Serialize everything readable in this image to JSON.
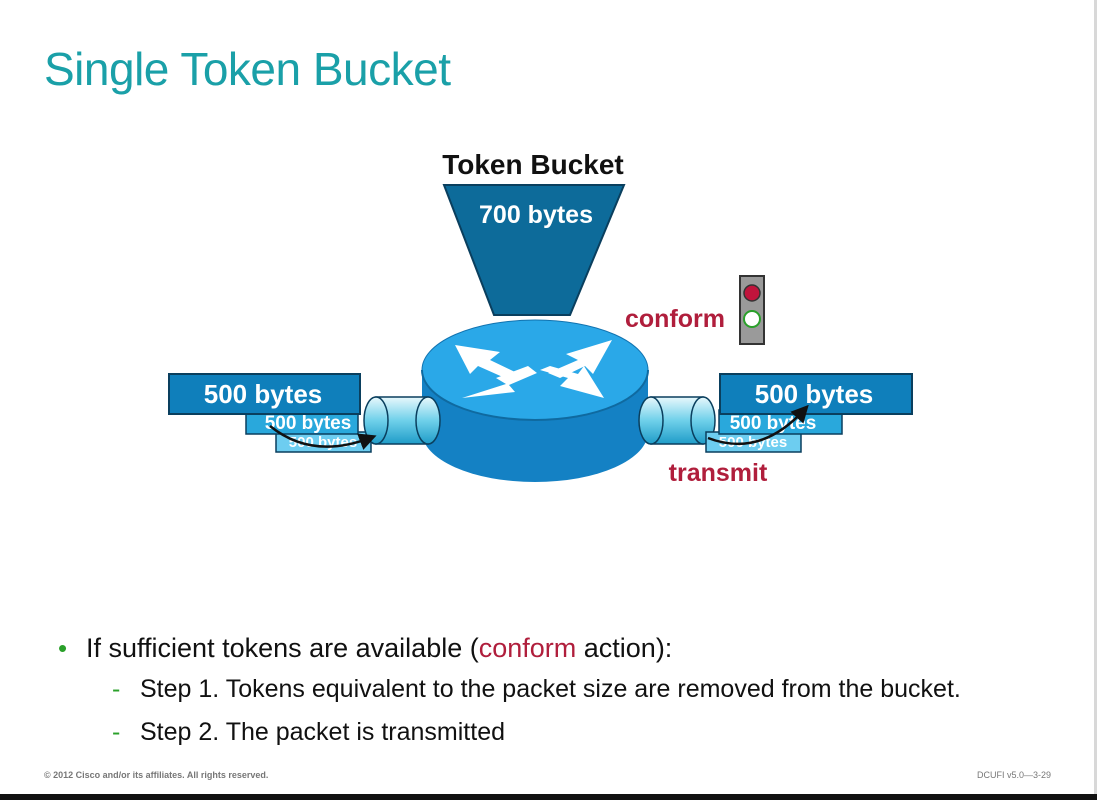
{
  "slide": {
    "title": "Single Token Bucket"
  },
  "diagram": {
    "bucket_title": "Token Bucket",
    "bucket_label": "700 bytes",
    "left_packet": "500 bytes",
    "left_packet_2": "500 bytes",
    "left_packet_3": "500 bytes",
    "right_packet": "500 bytes",
    "right_packet_2": "500 bytes",
    "right_packet_3": "500 bytes",
    "conform_label": "conform",
    "transmit_label": "transmit",
    "colors": {
      "teal": "#1aa0a8",
      "dark_blue": "#0d6b9a",
      "router_blue": "#1e8fd0",
      "red": "#b01e3c"
    }
  },
  "bullets": {
    "main_before": "If sufficient tokens are available (",
    "main_highlight": "conform",
    "main_after": " action):",
    "dot": "•",
    "dash": "-",
    "steps": [
      "Step 1. Tokens equivalent to the packet size are removed from the bucket.",
      "Step 2. The packet is transmitted"
    ]
  },
  "footer": {
    "copyright": "© 2012 Cisco and/or its affiliates. All rights reserved.",
    "course_code": "DCUFI v5.0—3-29"
  }
}
